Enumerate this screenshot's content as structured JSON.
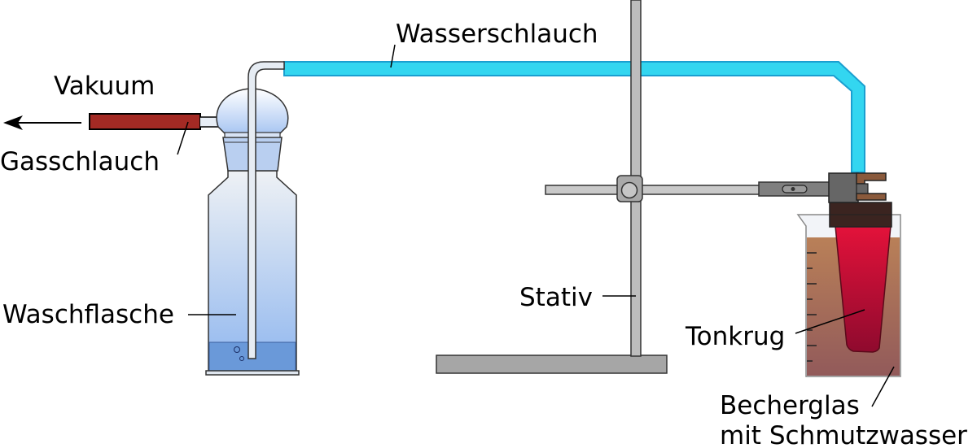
{
  "labels": {
    "vacuum": "Vakuum",
    "gas_hose": "Gasschlauch",
    "water_hose": "Wasserschlauch",
    "wash_bottle": "Waschflasche",
    "stand": "Stativ",
    "clay_jug": "Tonkrug",
    "beaker_line1": "Becherglas",
    "beaker_line2": "mit Schmutzwasser"
  },
  "colors": {
    "water_hose": "#33d6f0",
    "gas_hose": "#a32a24",
    "clay_jug": "#c8102e",
    "dirty_water": "#a86a50",
    "metal": "#b3b3b3",
    "clamp_dark": "#555555",
    "cork_brown": "#8a5a3c"
  },
  "icons": {
    "vacuum_arrow": "arrow-left-icon"
  }
}
